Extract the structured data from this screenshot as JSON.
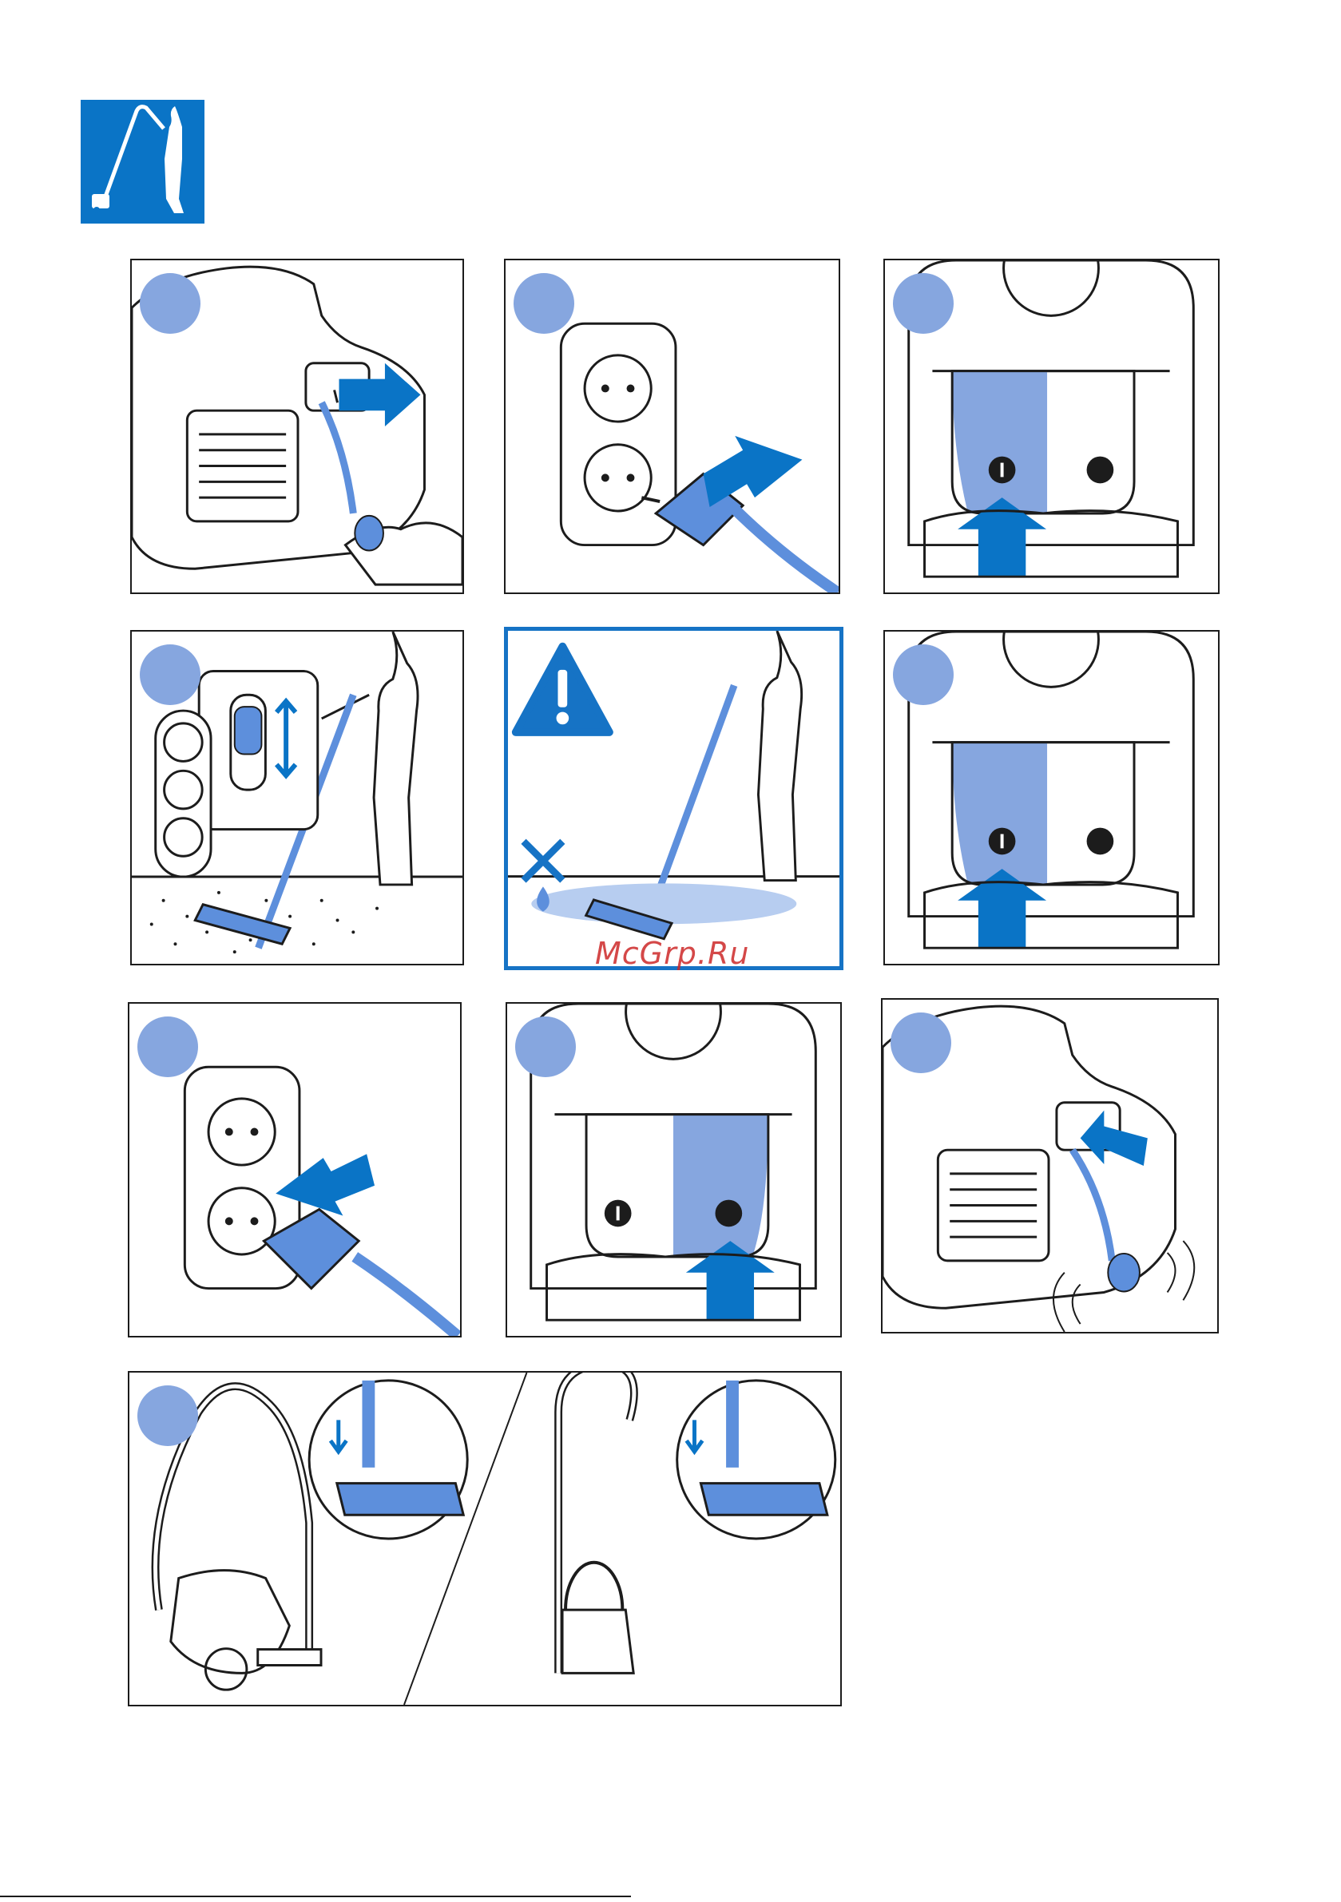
{
  "watermark": {
    "text": "McGrp.Ru"
  },
  "colors": {
    "accent": "#0a74c6",
    "light_blue": "#86a6df",
    "fill_blue": "#5d8fdc",
    "line": "#1c1c1c"
  },
  "icons": {
    "header": "person-vacuuming-icon",
    "warning": "warning-triangle-icon",
    "prohibited": "cross-mark-icon",
    "on": "power-on-icon",
    "cord": "cord-rewind-icon"
  },
  "panels": [
    {
      "id": "p1",
      "scene": "pull-cord-out"
    },
    {
      "id": "p2",
      "scene": "insert-plug-socket"
    },
    {
      "id": "p3",
      "scene": "press-on-button"
    },
    {
      "id": "p4",
      "scene": "adjust-nozzle-floor"
    },
    {
      "id": "p5",
      "scene": "do-not-vacuum-water"
    },
    {
      "id": "p6",
      "scene": "press-on-button"
    },
    {
      "id": "p7",
      "scene": "remove-plug-socket"
    },
    {
      "id": "p8",
      "scene": "press-cord-rewind"
    },
    {
      "id": "p9",
      "scene": "cord-rewinds"
    },
    {
      "id": "p10",
      "scene": "parking-storage"
    }
  ]
}
